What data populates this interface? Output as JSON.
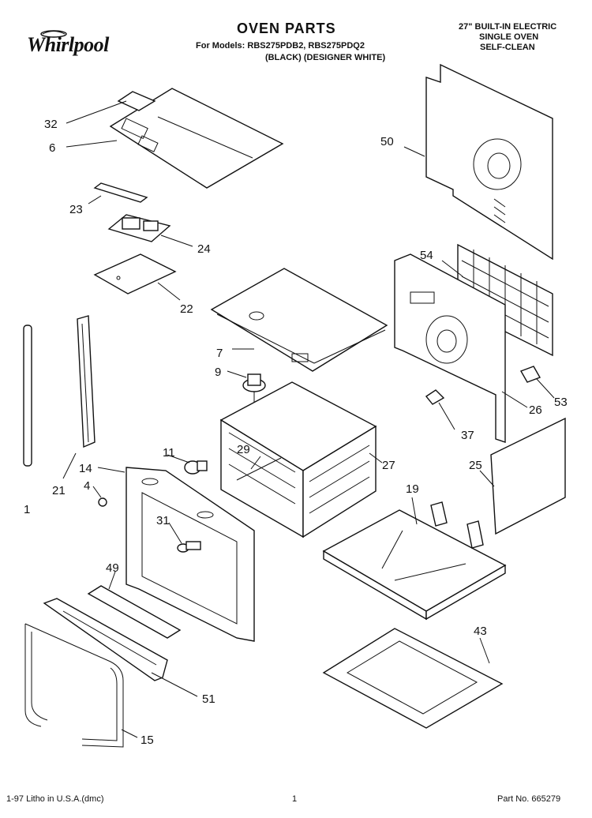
{
  "header": {
    "brand": "Whirlpool",
    "title": "OVEN PARTS",
    "models_line": "For Models: RBS275PDB2, RBS275PDQ2",
    "variants_line": "(BLACK)  (DESIGNER WHITE)",
    "spec_lines": [
      "27\" BUILT-IN ELECTRIC",
      "SINGLE OVEN",
      "SELF-CLEAN"
    ]
  },
  "callouts": [
    "32",
    "6",
    "23",
    "24",
    "22",
    "50",
    "54",
    "7",
    "9",
    "53",
    "26",
    "21",
    "1",
    "37",
    "11",
    "29",
    "27",
    "25",
    "14",
    "4",
    "19",
    "31",
    "49",
    "43",
    "51",
    "15"
  ],
  "footer": {
    "litho": "1-97 Litho in U.S.A.(dmc)",
    "page": "1",
    "part_no": "Part No. 665279"
  },
  "icons": {
    "logo": "whirlpool-logo-icon"
  }
}
